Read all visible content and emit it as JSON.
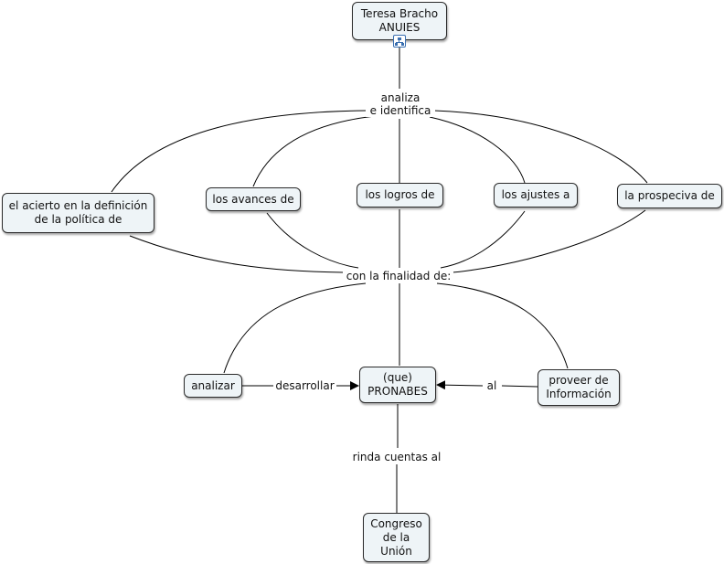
{
  "nodes": {
    "anuies": {
      "line1": "Teresa Bracho",
      "line2": "ANUIES"
    },
    "acierto": {
      "line1": "el acierto en la definición",
      "line2": "de la política de"
    },
    "avances": {
      "text": "los avances de"
    },
    "logros": {
      "text": "los logros de"
    },
    "ajustes": {
      "text": "los ajustes a"
    },
    "prospeciva": {
      "text": "la prospeciva de"
    },
    "analizar": {
      "text": "analizar"
    },
    "pronabes": {
      "line1": "(que)",
      "line2": "PRONABES"
    },
    "proveer": {
      "line1": "proveer de",
      "line2": "Información"
    },
    "congreso": {
      "line1": "Congreso",
      "line2": "de la",
      "line3": "Unión"
    }
  },
  "links": {
    "analiza": {
      "line1": "analiza",
      "line2": "e identifica"
    },
    "finalidad": "con la finalidad de:",
    "desarrollar": "desarrollar",
    "al": "al",
    "rinda": "rinda  cuentas al"
  },
  "icons": {
    "concept_map": "concept-map-icon"
  },
  "colors": {
    "node_fill": "#eef4f7",
    "line": "#000000",
    "badge": "#3a6fb0"
  }
}
